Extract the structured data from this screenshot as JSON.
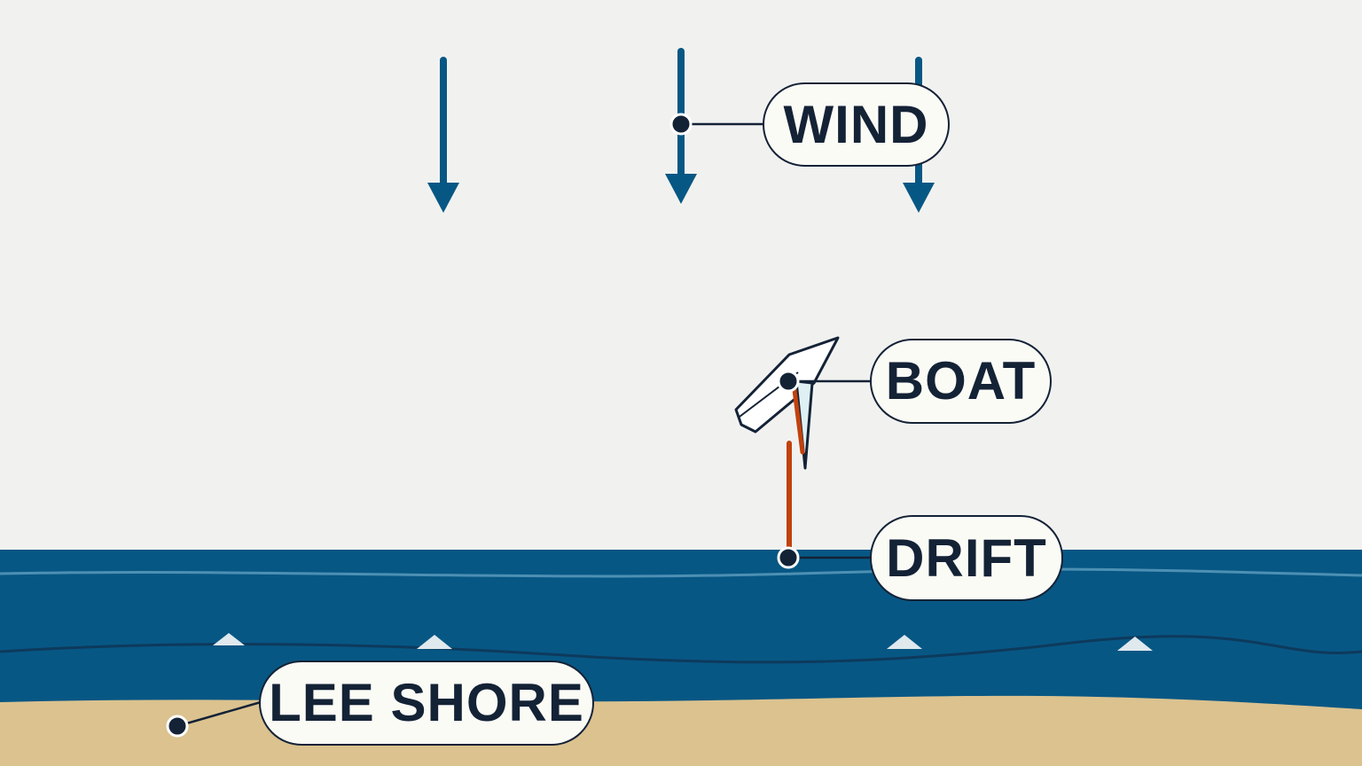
{
  "labels": {
    "wind": "WIND",
    "boat": "BOAT",
    "drift": "DRIFT",
    "lee_shore": "LEE SHORE"
  },
  "colors": {
    "sky": "#f1f2f0",
    "sea": "#075784",
    "sea_line_light": "#4d90b4",
    "sea_line_dark": "#0d3a5c",
    "sand": "#dbc28f",
    "wind_arrow": "#075784",
    "drift_line": "#c2410c",
    "ink": "#142236",
    "callout_fill": "#fbfbf6",
    "wave_crest": "#dfe9ee"
  },
  "icons": [
    "wind-arrow-icon",
    "boat-icon",
    "sail-icon",
    "wave-crest-icon"
  ]
}
